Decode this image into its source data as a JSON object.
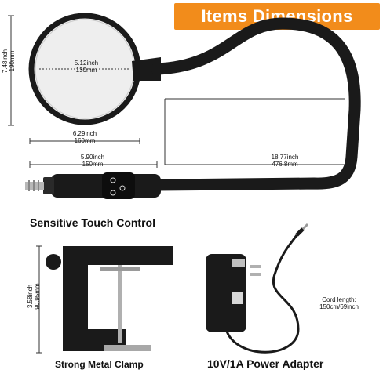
{
  "banner": {
    "title": "Items Dimensions"
  },
  "lamp": {
    "height_in": "7.48inch",
    "height_mm": "190mm",
    "lens_in": "5.12inch",
    "lens_mm": "130mm",
    "head_width_in": "6.29inch",
    "head_width_mm": "160mm",
    "neck_in": "18.77inch",
    "neck_mm": "476.8mm",
    "handle_in": "5.90inch",
    "handle_mm": "150mm"
  },
  "touch": {
    "caption": "Sensitive Touch Control"
  },
  "clamp": {
    "height_in": "3.58inch",
    "height_mm": "90.95mm",
    "caption": "Strong Metal Clamp"
  },
  "adapter": {
    "cord_label": "Cord length:",
    "cord_value": "150cm/69inch",
    "caption": "10V/1A Power Adapter"
  },
  "colors": {
    "accent": "#f28c1b",
    "product": "#1a1a1a"
  }
}
